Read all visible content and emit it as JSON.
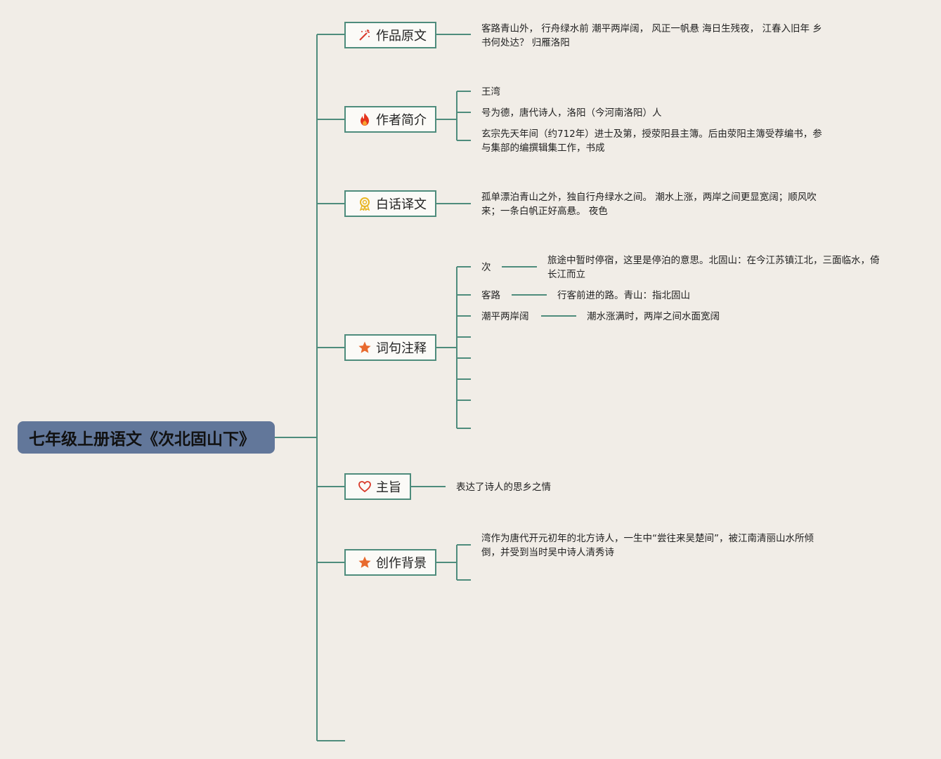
{
  "colors": {
    "line": "#4e8c7c",
    "root_bg": "#62779a",
    "background": "#f1ede7"
  },
  "root": {
    "title": "七年级上册语文《次北固山下》"
  },
  "branches": [
    {
      "label": "作品原文",
      "icon": "magic-wand-icon",
      "texts": [
        "客路青山外， 行舟绿水前 潮平两岸阔， 风正一帆悬 海日生残夜， 江春入旧年 乡",
        "书何处达？ 归雁洛阳"
      ]
    },
    {
      "label": "作者简介",
      "icon": "fire-icon",
      "items": [
        {
          "lines": [
            "王湾"
          ]
        },
        {
          "lines": [
            "号为德，唐代诗人，洛阳（今河南洛阳）人"
          ]
        },
        {
          "lines": [
            "玄宗先天年间（约712年）进士及第，授荥阳县主簿。后由荥阳主簿受荐编书，参",
            "与集部的编撰辑集工作，书成"
          ]
        }
      ]
    },
    {
      "label": "白话译文",
      "icon": "award-ribbon-icon",
      "texts": [
        "孤单漂泊青山之外，独自行舟绿水之间。 潮水上涨，两岸之间更显宽阔；顺风吹",
        "来；一条白帆正好高悬。 夜色"
      ]
    },
    {
      "label": "词句注释",
      "icon": "star-icon",
      "notes": [
        {
          "term": "次",
          "lines": [
            "旅途中暂时停宿，这里是停泊的意思。北固山：在今江苏镇江北，三面临水，倚",
            "长江而立"
          ]
        },
        {
          "term": "客路",
          "lines": [
            "行客前进的路。青山：指北固山"
          ]
        },
        {
          "term": "潮平两岸阔",
          "lines": [
            "潮水涨满时，两岸之间水面宽阔"
          ]
        }
      ]
    },
    {
      "label": "主旨",
      "icon": "heart-icon",
      "texts": [
        "表达了诗人的思乡之情"
      ]
    },
    {
      "label": "创作背景",
      "icon": "star-icon",
      "texts": [
        "湾作为唐代开元初年的北方诗人，一生中“尝往来吴楚间”，被江南清丽山水所倾",
        "倒，并受到当时吴中诗人清秀诗"
      ]
    }
  ]
}
